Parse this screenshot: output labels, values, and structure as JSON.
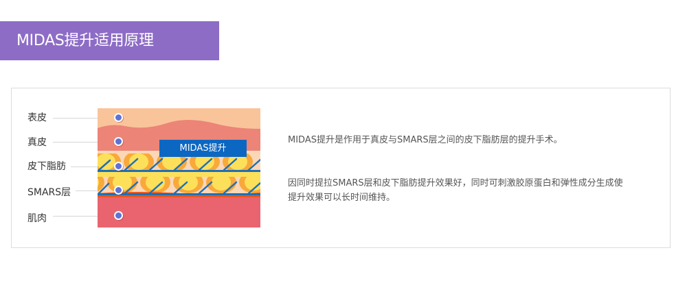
{
  "header": {
    "title": "MIDAS提升适用原理"
  },
  "diagram": {
    "tag_label": "MIDAS提升",
    "layers": [
      {
        "label": "表皮",
        "color": "#f9c49a"
      },
      {
        "label": "真皮",
        "color": "#ec8477"
      },
      {
        "label": "皮下脂肪",
        "color": "#fde05a"
      },
      {
        "label": "SMARS层",
        "color": "#e9571f"
      },
      {
        "label": "肌肉",
        "color": "#e9646f"
      }
    ],
    "thread_color": "#1f6fb5",
    "dot_color": "#5e72d6"
  },
  "description": {
    "paragraph_1": "MIDAS提升是作用于真皮与SMARS层之间的皮下脂肪层的提升手术。",
    "paragraph_2_line_1": "因同时提拉SMARS层和皮下脂肪提升效果好，同时可刺激胶原蛋白和弹性成分生成使",
    "paragraph_2_line_2": "提升效果可以长时间维持。"
  },
  "colors": {
    "title_bg": "#8d6cc6",
    "tag_bg": "#0c67c2",
    "panel_border": "#dcdcdc"
  }
}
